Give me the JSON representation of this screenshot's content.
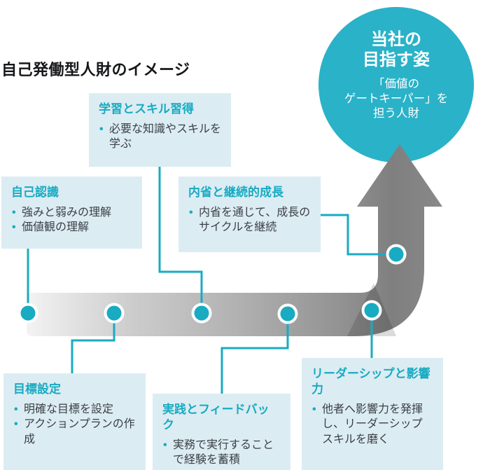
{
  "title": "自己発働型人財のイメージ",
  "goal": {
    "title_line1": "当社の",
    "title_line2": "目指す姿",
    "subtitle_line1": "「価値の",
    "subtitle_line2": "ゲートキーパー」を",
    "subtitle_line3": "担う人財"
  },
  "boxes": [
    {
      "title": "自己認識",
      "bullets": [
        "強みと弱みの理解",
        "価値観の理解"
      ]
    },
    {
      "title": "目標設定",
      "bullets": [
        "明確な目標を設定",
        "アクションプランの作成"
      ]
    },
    {
      "title": "学習とスキル習得",
      "bullets": [
        "必要な知識やスキルを学ぶ"
      ]
    },
    {
      "title": "実践とフィードバック",
      "bullets": [
        "実務で実行することで経験を蓄積"
      ]
    },
    {
      "title": "リーダーシップと影響力",
      "bullets": [
        "他者へ影響力を発揮し、リーダーシップスキルを磨く"
      ]
    },
    {
      "title": "内省と継続的成長",
      "bullets": [
        "内省を通じて、成長のサイクルを継続"
      ]
    }
  ],
  "colors": {
    "accent_teal": "#18abc2",
    "goal_circle": "#2ab2c8",
    "box_background": "#dcecf3",
    "body_text": "#3b4046",
    "arrow_light": "#f3f3f3",
    "arrow_dark": "#808080"
  }
}
